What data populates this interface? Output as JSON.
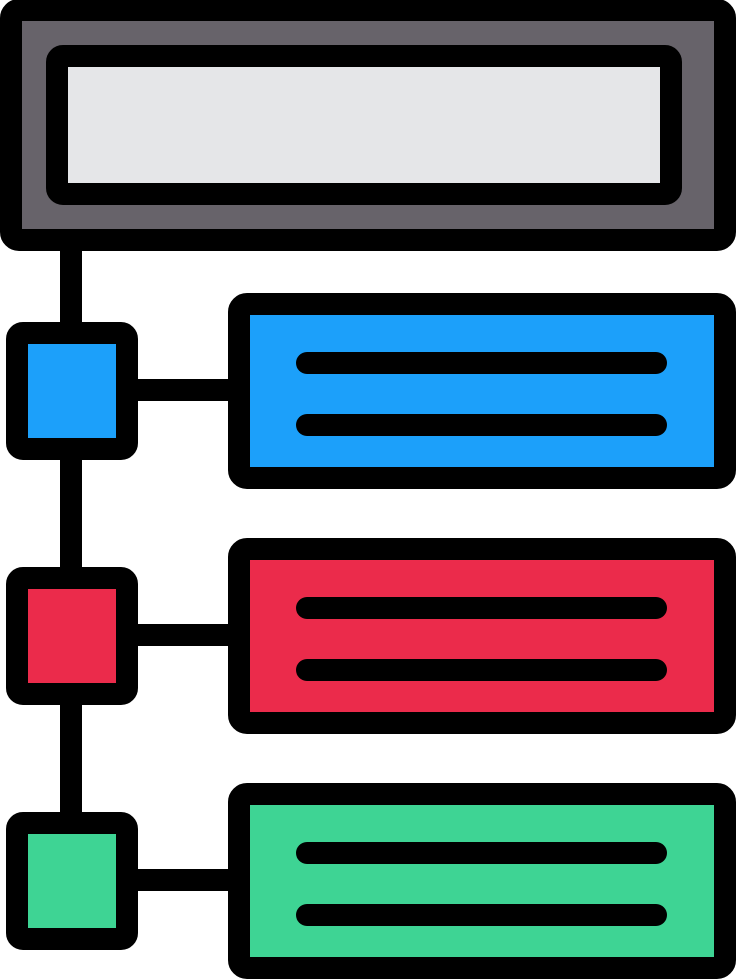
{
  "icon": {
    "name": "hierarchy-list-icon",
    "colors": {
      "outline": "#000000",
      "header_frame": "#67636A",
      "header_inner": "#E5E6E8",
      "item_blue": "#1CA0FA",
      "item_red": "#EB2B4B",
      "item_green": "#3ED494",
      "background": "#FFFFFF"
    },
    "items": [
      {
        "id": "blue",
        "color_key": "item_blue",
        "text_lines": 2
      },
      {
        "id": "red",
        "color_key": "item_red",
        "text_lines": 2
      },
      {
        "id": "green",
        "color_key": "item_green",
        "text_lines": 2
      }
    ]
  }
}
